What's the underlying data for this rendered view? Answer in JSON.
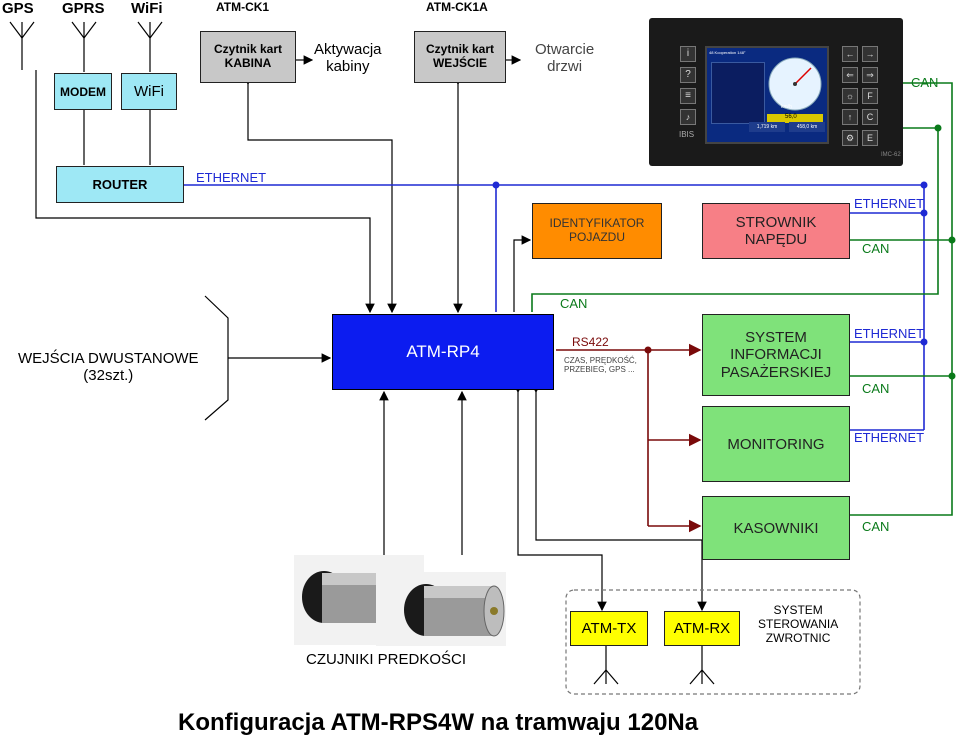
{
  "antennas": {
    "gps": "GPS",
    "gprs": "GPRS",
    "wifi": "WiFi"
  },
  "headers": {
    "ck1": "ATM-CK1",
    "ck1a": "ATM-CK1A"
  },
  "modem": "MODEM",
  "wifi_box": "WiFi",
  "card_reader_cab": "Czytnik kart\nKABINA",
  "cab_activation": "Aktywacja\nkabiny",
  "card_reader_entry": "Czytnik kart\nWEJŚCIE",
  "door_open": "Otwarcie\ndrzwi",
  "router": "ROUTER",
  "vehicle_id": "IDENTYFIKATOR\nPOJAZDU",
  "drive_controller": "STROWNIK\nNAPĘDU",
  "inputs": "WEJŚCIA DWUSTANOWE\n(32szt.)",
  "main_unit": "ATM-RP4",
  "rs422": "RS422",
  "rs422_info": "CZAS, PRĘDKOŚĆ,\nPRZEBIEG, GPS ...",
  "pis": "SYSTEM\nINFORMACJI\nPASAŻERSKIEJ",
  "monitoring": "MONITORING",
  "validators": "KASOWNIKI",
  "tx": "ATM-TX",
  "rx": "ATM-RX",
  "switch_control": "SYSTEM\nSTEROWANIA\nZWROTNIC",
  "sensors": "CZUJNIKI PREDKOŚCI",
  "links": {
    "ethernet": "ETHERNET",
    "can": "CAN"
  },
  "display": {
    "screen_left_title": "48 Kooperation 148°",
    "speed_unit": "km/h",
    "speed_value": "56,0",
    "odometer": "1,719 km",
    "distance": "458,0 km",
    "panel_model": "IMC-62",
    "ibis": "IBIS"
  },
  "footer_title": "Konfiguracja ATM-RPS4W na tramwaju 120Na",
  "colors": {
    "ethernet": "#1f2ad4",
    "can": "#0a7a1a",
    "rs422": "#7a0a0a",
    "router_fill": "#9ee8f5",
    "modem_fill": "#9ee8f5",
    "reader_fill": "#c8c8c8",
    "vehicle_id_fill": "#ff8c00",
    "drive_fill": "#f77f86",
    "main_fill": "#0c1cf0",
    "green_fill": "#7fe27a",
    "yellow_fill": "#ffff00"
  }
}
